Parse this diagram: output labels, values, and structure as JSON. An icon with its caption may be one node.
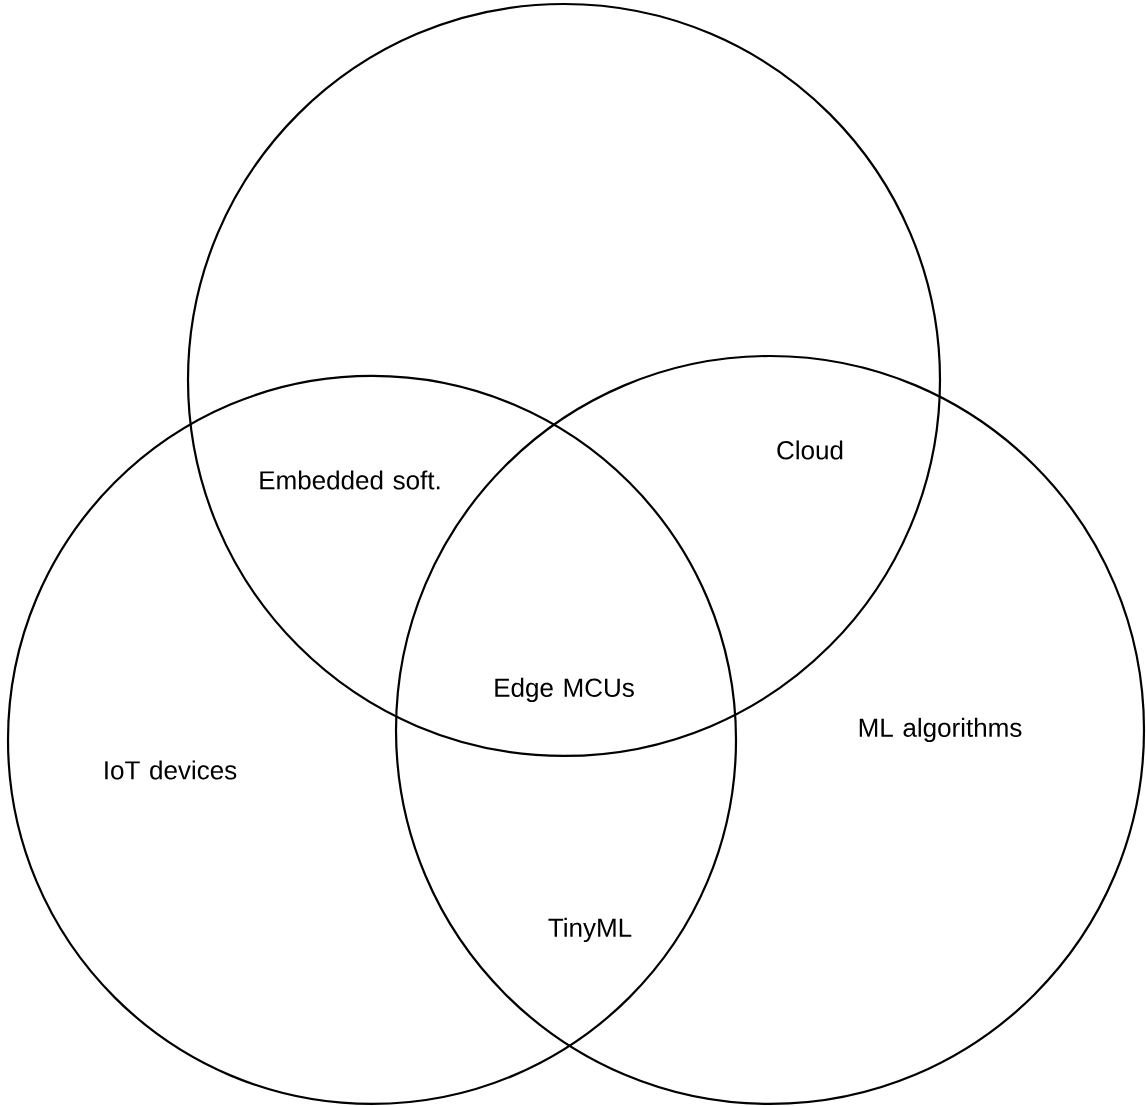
{
  "diagram": {
    "nodes": [
      {
        "text": [],
        "shape": "circle"
      },
      {
        "text": [
          "IoT devices"
        ]
      },
      {
        "text": [
          "ML algorithms"
        ]
      }
    ],
    "labels": [
      "Embedded soft.",
      "Cloud",
      "Edge MCUs",
      "TinyML"
    ]
  }
}
